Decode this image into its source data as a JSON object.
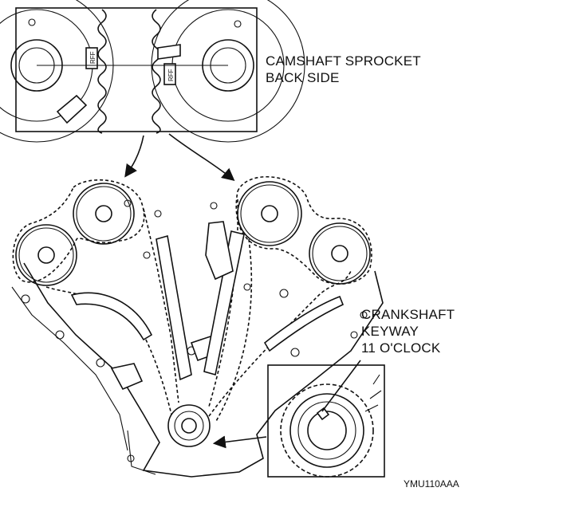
{
  "labels": {
    "camshaft_line1": "CAMSHAFT SPROCKET",
    "camshaft_line2": "BACK SIDE",
    "crank_line1": "CRANKSHAFT",
    "crank_line2": "KEYWAY",
    "crank_line3": "11 O'CLOCK",
    "figure_id": "YMU110AAA"
  },
  "inset_marks": {
    "left_mark": "RFF",
    "right_mark": "RFF"
  }
}
